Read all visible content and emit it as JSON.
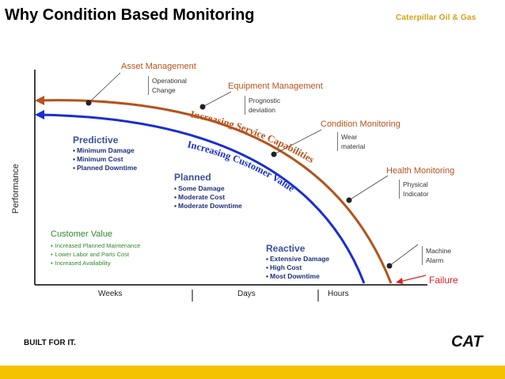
{
  "header": {
    "title": "Why Condition Based Monitoring",
    "brand": "Caterpillar Oil & Gas"
  },
  "axes": {
    "y_label": "Performance",
    "time_scale": [
      "Weeks",
      "Days",
      "Hours"
    ]
  },
  "callouts": [
    {
      "label": "Asset Management",
      "note": [
        "Operational",
        "Change"
      ]
    },
    {
      "label": "Equipment Management",
      "note": [
        "Prognostic",
        "deviation"
      ]
    },
    {
      "label": "Condition Monitoring",
      "note": [
        "Wear",
        "material"
      ]
    },
    {
      "label": "Health Monitoring",
      "note": [
        "Physical",
        "Indicator"
      ]
    },
    {
      "label": "",
      "note": [
        "Machine",
        "Alarm"
      ]
    }
  ],
  "failure_label": "Failure",
  "curve_labels": {
    "service": "Increasing Service Capabilities",
    "customer": "Increasing Customer Value"
  },
  "zones": {
    "predictive": {
      "title": "Predictive",
      "items": [
        "Minimum Damage",
        "Minimum Cost",
        "Planned Downtime"
      ]
    },
    "planned": {
      "title": "Planned",
      "items": [
        "Some Damage",
        "Moderate Cost",
        "Moderate Downtime"
      ]
    },
    "reactive": {
      "title": "Reactive",
      "items": [
        "Extensive Damage",
        "High Cost",
        "Most Downtime"
      ]
    }
  },
  "customer_value": {
    "title": "Customer Value",
    "items": [
      "Increased Planned Maintenance",
      "Lower Labor and Parts Cost",
      "Increased Availability"
    ]
  },
  "footer": {
    "slogan": "BUILT FOR IT.",
    "logo": "CAT"
  },
  "colors": {
    "service_curve": "#b5531c",
    "customer_curve": "#1a2fd0",
    "brand_yellow": "#f2c200",
    "failure": "#e02020"
  }
}
